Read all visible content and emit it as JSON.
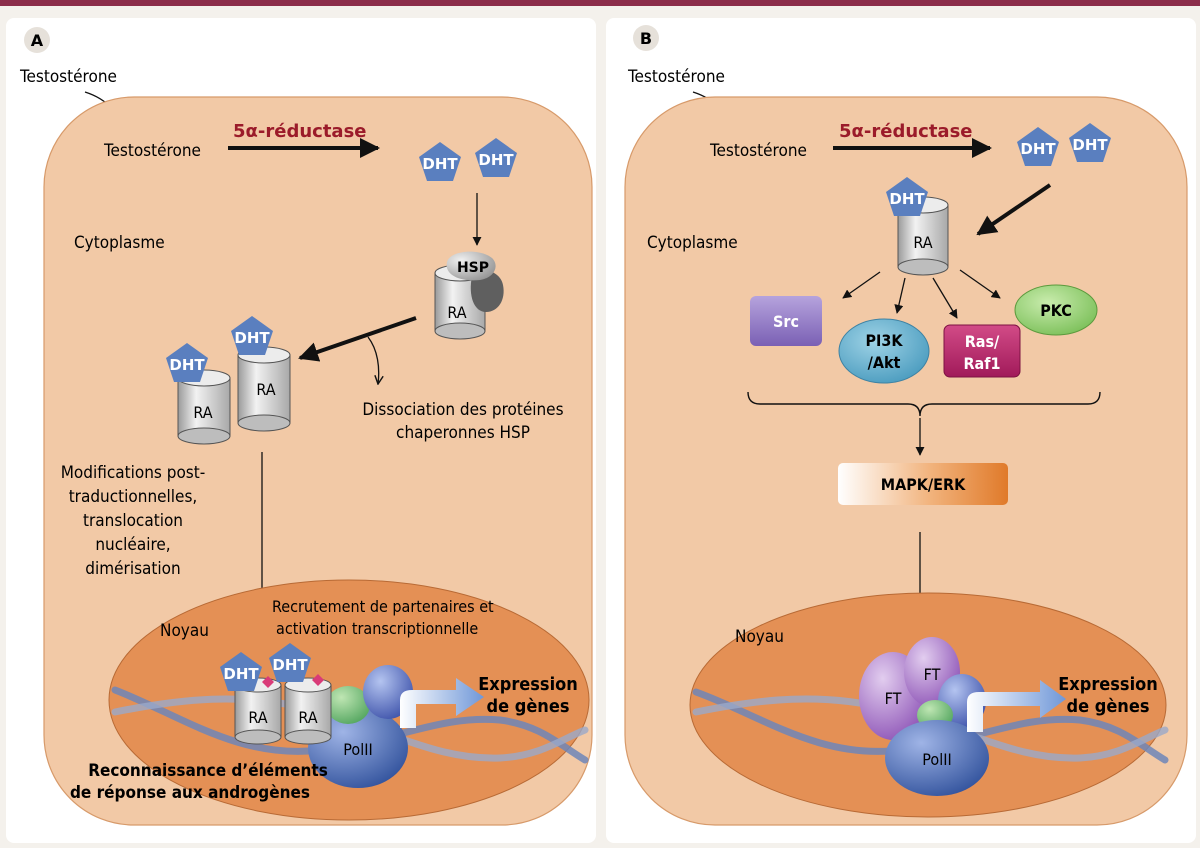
{
  "panel_a": {
    "letter": "A",
    "testosterone_outside": "Testostérone",
    "testosterone_inside": "Testostérone",
    "enzyme": "5α-réductase",
    "dht": "DHT",
    "hsp": "HSP",
    "ra": "RA",
    "cytoplasm": "Cytoplasme",
    "dissociation_line1": "Dissociation des protéines",
    "dissociation_line2": "chaperonnes HSP",
    "modifications_line1": "Modifications post-",
    "modifications_line2": "traductionnelles,",
    "modifications_line3": "translocation",
    "modifications_line4": "nucléaire,",
    "modifications_line5": "dimérisation",
    "recruitment_line1": "Recrutement de partenaires et",
    "recruitment_line2": "activation transcriptionnelle",
    "nucleus": "Noyau",
    "polii": "PolII",
    "expression_line1": "Expression",
    "expression_line2": "de gènes",
    "recognition_line1": "Reconnaissance d’éléments",
    "recognition_line2": "de réponse aux androgènes"
  },
  "panel_b": {
    "letter": "B",
    "testosterone_outside": "Testostérone",
    "testosterone_inside": "Testostérone",
    "enzyme": "5α-réductase",
    "dht": "DHT",
    "ra": "RA",
    "cytoplasm": "Cytoplasme",
    "src": "Src",
    "pi3k_line1": "PI3K",
    "pi3k_line2": "/Akt",
    "ras_line1": "Ras/",
    "ras_line2": "Raf1",
    "pkc": "PKC",
    "mapk": "MAPK/ERK",
    "nucleus": "Noyau",
    "ft": "FT",
    "polii": "PolII",
    "expression_line1": "Expression",
    "expression_line2": "de gènes"
  },
  "colors": {
    "top_bar": "#8b2d4a",
    "cell": "#f2c9a6",
    "nucleus": "#e49055",
    "dht": "#5a7fbf",
    "enzyme_text": "#9b1b2a",
    "src": "#8e75c2",
    "pi3k": "#63aecb",
    "ras": "#b8266a",
    "pkc": "#9bd27a",
    "mapk": "#e58a3c"
  }
}
